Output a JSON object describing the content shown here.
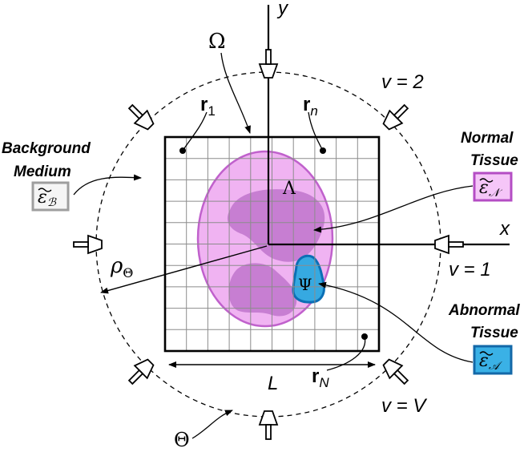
{
  "labels": {
    "omega": "Ω",
    "theta": "Θ",
    "lambda": "Λ",
    "psi": "Ψ",
    "axis_x": "x",
    "axis_y": "y",
    "rho": "ρ",
    "rho_sub": "Θ",
    "length": "L",
    "r1_base": "r",
    "r1_sub": "1",
    "rn_base": "r",
    "rn_sub": "n",
    "rN_base": "r",
    "rN_sub": "N",
    "v2": "v = 2",
    "v1": "v = 1",
    "vV": "v = V"
  },
  "callouts": {
    "background_line1": "Background",
    "background_line2": "Medium",
    "normal_line1": "Normal",
    "normal_line2": "Tissue",
    "abnormal_line1": "Abnormal",
    "abnormal_line2": "Tissue"
  },
  "permittivity": {
    "symbol": "ε",
    "background_sub": "ℬ",
    "normal_sub": "𝒩",
    "abnormal_sub": "𝒜"
  },
  "colors": {
    "ellipse_fill": "#f0b3f2",
    "ellipse_stroke": "#c061cc",
    "inner_fill": "#c77ed2",
    "abnormal_fill": "#36a9e1",
    "abnormal_stroke": "#0b6fb5",
    "background_box_fill": "#f5f5f5",
    "background_box_stroke": "#9e9e9e",
    "normal_box_fill": "#f5c6f8",
    "normal_box_stroke": "#b44dc4",
    "abnormal_box_fill": "#3ab1e6",
    "abnormal_box_stroke": "#1368a8",
    "grid": "#8c8c8c"
  }
}
